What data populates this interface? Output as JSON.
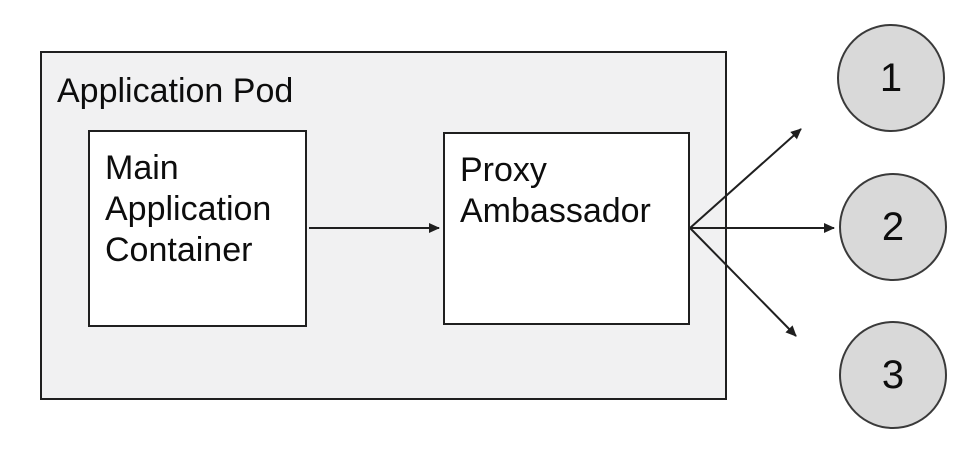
{
  "diagram": {
    "title": "Ambassador pattern diagram",
    "pod": {
      "label": "Application Pod"
    },
    "nodes": {
      "main": {
        "label": "Main Application Container"
      },
      "proxy": {
        "label": "Proxy Ambassador"
      }
    },
    "endpoints": [
      {
        "label": "1"
      },
      {
        "label": "2"
      },
      {
        "label": "3"
      }
    ],
    "edges": [
      {
        "from": "main-application-container",
        "to": "proxy-ambassador",
        "arrow": "end"
      },
      {
        "from": "proxy-ambassador",
        "to": "endpoint-1",
        "arrow": "end"
      },
      {
        "from": "proxy-ambassador",
        "to": "endpoint-2",
        "arrow": "end"
      },
      {
        "from": "proxy-ambassador",
        "to": "endpoint-3",
        "arrow": "end"
      }
    ],
    "colors": {
      "background": "#ffffff",
      "pod_fill": "#f1f1f2",
      "node_fill": "#ffffff",
      "endpoint_fill": "#d9d9d9",
      "stroke": "#1f1f1f",
      "circle_stroke": "#3a3a3a",
      "text": "#0d0d0d"
    }
  }
}
